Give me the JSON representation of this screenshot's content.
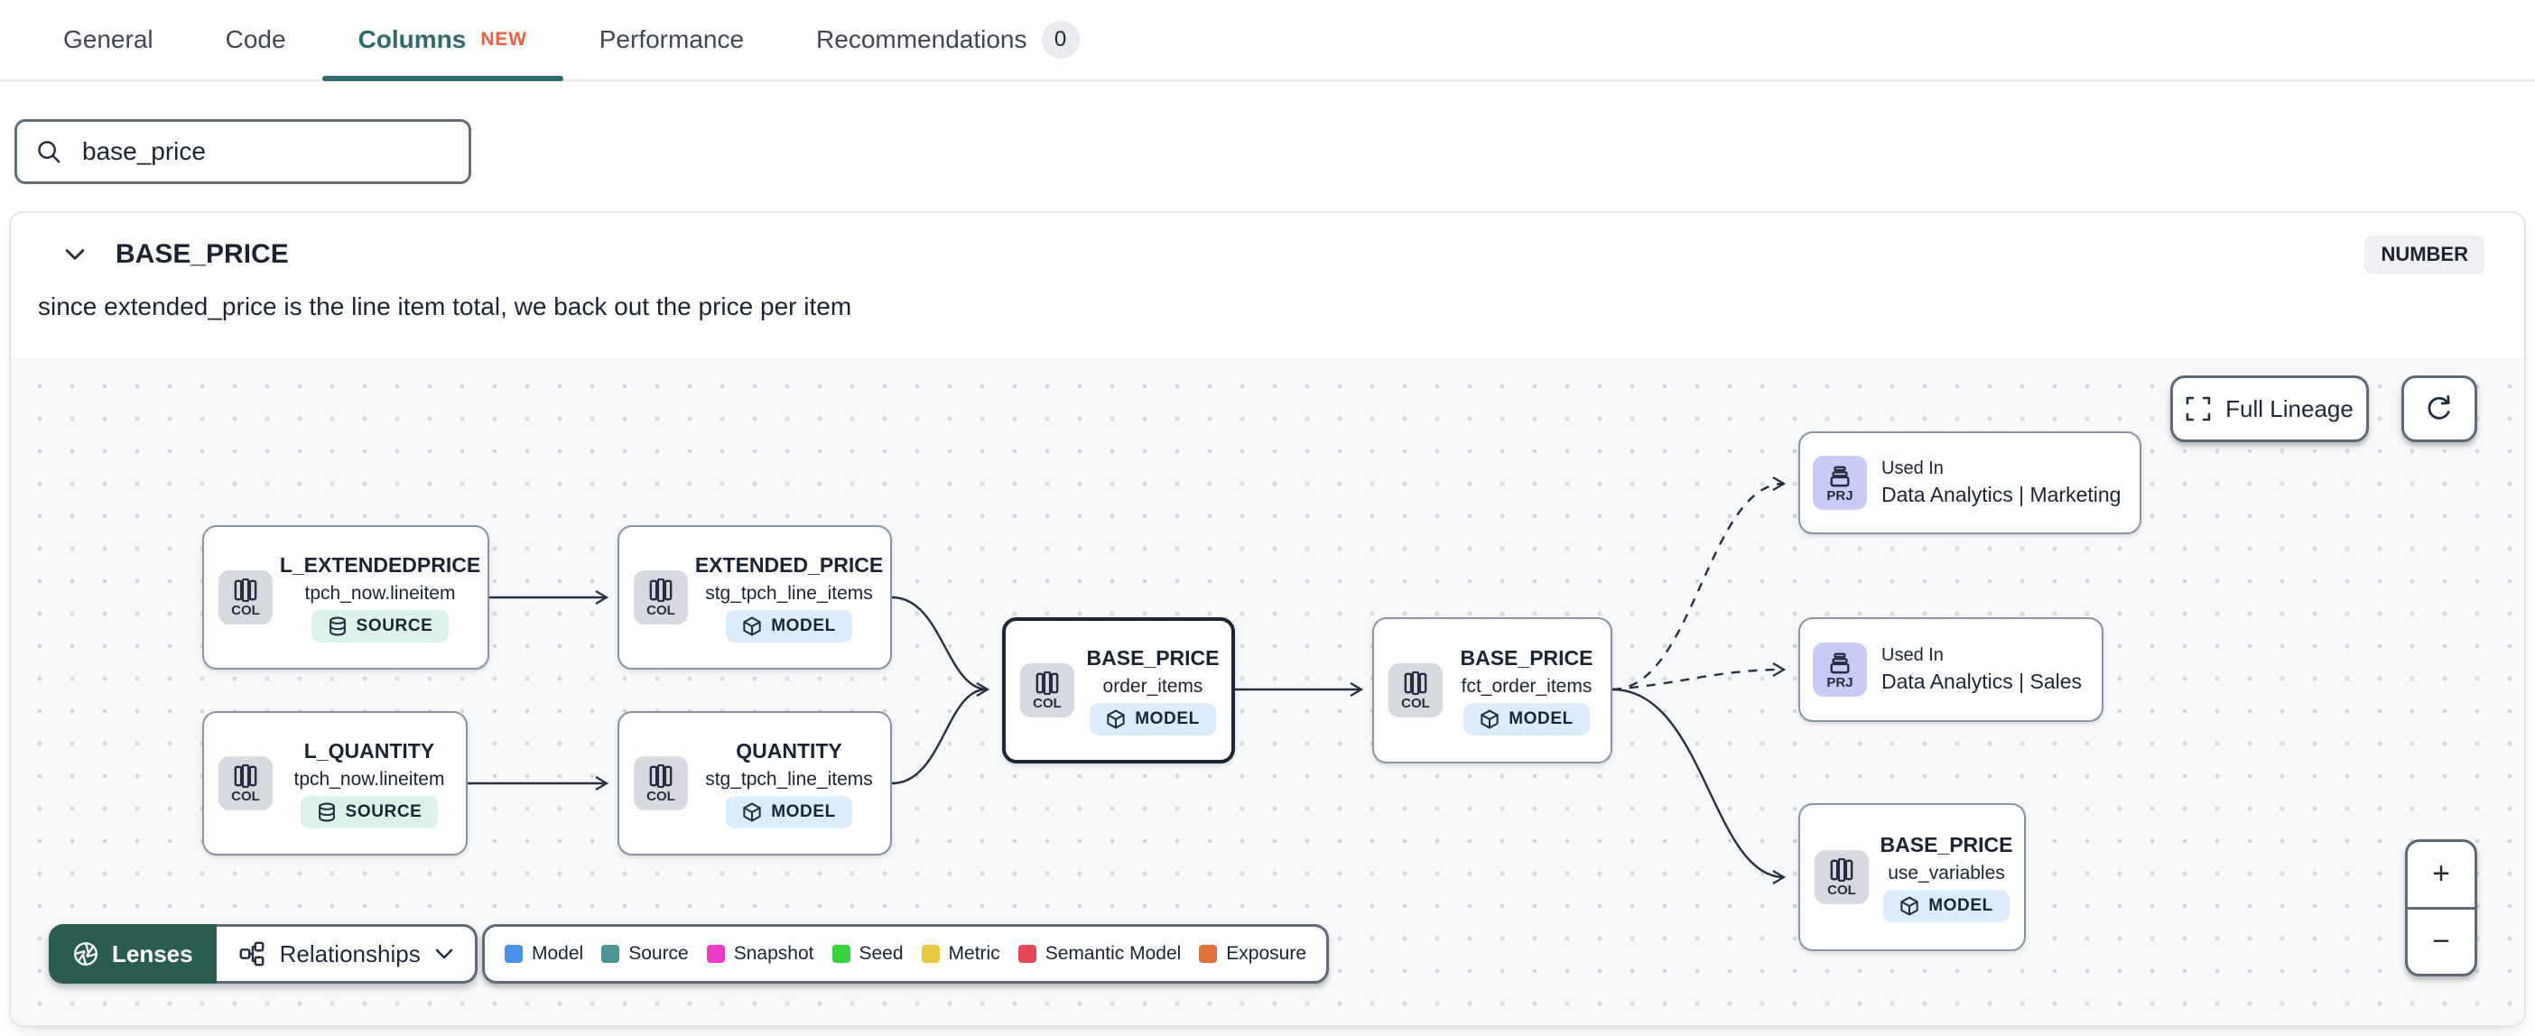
{
  "tabs": [
    {
      "label": "General"
    },
    {
      "label": "Code"
    },
    {
      "label": "Columns",
      "new_badge": "NEW",
      "active": true
    },
    {
      "label": "Performance"
    },
    {
      "label": "Recommendations",
      "count": "0"
    }
  ],
  "search": {
    "value": "base_price"
  },
  "column": {
    "name": "BASE_PRICE",
    "type": "NUMBER",
    "description": "since extended_price is the line item total, we back out the price per item"
  },
  "lineage": {
    "full_lineage_label": "Full Lineage",
    "lenses_label": "Lenses",
    "relationships_label": "Relationships",
    "zoom_in_label": "+",
    "zoom_out_label": "−",
    "legend": [
      {
        "label": "Model",
        "color": "#4a90e8"
      },
      {
        "label": "Source",
        "color": "#4d9493"
      },
      {
        "label": "Snapshot",
        "color": "#e83cc5"
      },
      {
        "label": "Seed",
        "color": "#36d13c"
      },
      {
        "label": "Metric",
        "color": "#e6c93e"
      },
      {
        "label": "Semantic Model",
        "color": "#e54857"
      },
      {
        "label": "Exposure",
        "color": "#e2703d"
      }
    ],
    "nodes": [
      {
        "chip": "COL",
        "title": "L_EXTENDEDPRICE",
        "subtitle": "tpch_now.lineitem",
        "badge": "SOURCE"
      },
      {
        "chip": "COL",
        "title": "L_QUANTITY",
        "subtitle": "tpch_now.lineitem",
        "badge": "SOURCE"
      },
      {
        "chip": "COL",
        "title": "EXTENDED_PRICE",
        "subtitle": "stg_tpch_line_items",
        "badge": "MODEL"
      },
      {
        "chip": "COL",
        "title": "QUANTITY",
        "subtitle": "stg_tpch_line_items",
        "badge": "MODEL"
      },
      {
        "chip": "COL",
        "title": "BASE_PRICE",
        "subtitle": "order_items",
        "badge": "MODEL",
        "selected": true
      },
      {
        "chip": "COL",
        "title": "BASE_PRICE",
        "subtitle": "fct_order_items",
        "badge": "MODEL"
      },
      {
        "chip": "PRJ",
        "label": "Used In",
        "name": "Data Analytics | Marketing"
      },
      {
        "chip": "PRJ",
        "label": "Used In",
        "name": "Data Analytics | Sales"
      },
      {
        "chip": "COL",
        "title": "BASE_PRICE",
        "subtitle": "use_variables",
        "badge": "MODEL"
      }
    ]
  },
  "colors": {
    "accent_teal": "#2f6a6e",
    "new_badge_orange": "#ee5f40",
    "lenses_green": "#2b5c52",
    "model_badge_bg": "#dcecfa",
    "source_badge_bg": "#dcf1ea",
    "prj_chip_bg": "#c6ccf6",
    "edge": "#273043"
  }
}
